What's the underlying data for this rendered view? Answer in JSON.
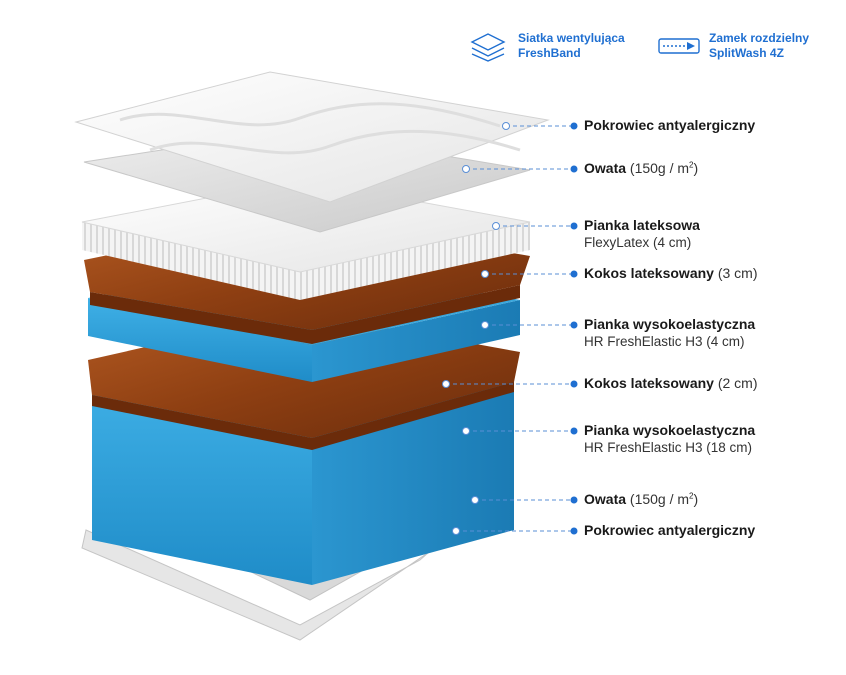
{
  "features": [
    {
      "icon": "ventilation-mesh-icon",
      "line1": "Siatka wentylująca",
      "line2": "FreshBand"
    },
    {
      "icon": "zipper-icon",
      "line1": "Zamek rozdzielny",
      "line2": "SplitWash 4Z"
    }
  ],
  "layers": [
    {
      "title": "Pokrowiec antyalergiczny",
      "detail": "",
      "detail_sup": "",
      "detail_end": "",
      "subtitle": ""
    },
    {
      "title": "Owata",
      "detail": " (150g / m",
      "detail_sup": "2",
      "detail_end": ")",
      "subtitle": ""
    },
    {
      "title": "Pianka lateksowa",
      "detail": "",
      "detail_sup": "",
      "detail_end": "",
      "subtitle": "FlexyLatex (4 cm)"
    },
    {
      "title": "Kokos lateksowany",
      "detail": " (3 cm)",
      "detail_sup": "",
      "detail_end": "",
      "subtitle": ""
    },
    {
      "title": "Pianka wysokoelastyczna",
      "detail": "",
      "detail_sup": "",
      "detail_end": "",
      "subtitle": "HR FreshElastic H3 (4 cm)"
    },
    {
      "title": "Kokos lateksowany",
      "detail": " (2 cm)",
      "detail_sup": "",
      "detail_end": "",
      "subtitle": ""
    },
    {
      "title": "Pianka wysokoelastyczna",
      "detail": "",
      "detail_sup": "",
      "detail_end": "",
      "subtitle": "HR FreshElastic H3 (18 cm)"
    },
    {
      "title": "Owata",
      "detail": " (150g / m",
      "detail_sup": "2",
      "detail_end": ")",
      "subtitle": ""
    },
    {
      "title": "Pokrowiec antyalergiczny",
      "detail": "",
      "detail_sup": "",
      "detail_end": "",
      "subtitle": ""
    }
  ],
  "colors": {
    "accent": "#1f6fd1",
    "cover": "#f2f2f2",
    "wadding": "#dcdcdc",
    "latex": "#efefef",
    "coconut": "#8a3d12",
    "foam": "#2aa4dd"
  }
}
